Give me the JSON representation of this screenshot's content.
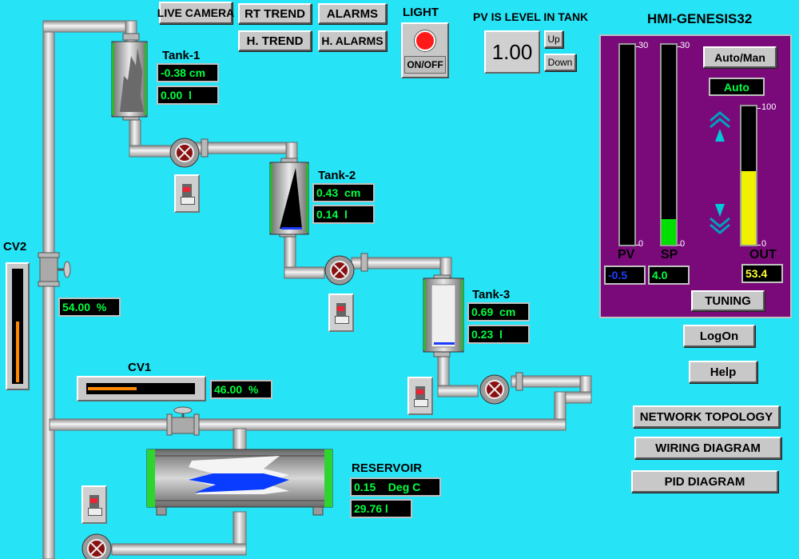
{
  "app_title": "HMI-GENESIS32",
  "nav": {
    "live_camera": "LIVE CAMERA",
    "rt_trend": "RT TREND",
    "alarms": "ALARMS",
    "h_trend": "H. TREND",
    "h_alarms": "H. ALARMS"
  },
  "light": {
    "label": "LIGHT",
    "button": "ON/OFF"
  },
  "pv_select": {
    "label": "PV IS LEVEL IN TANK",
    "value": "1.00",
    "up": "Up",
    "down": "Down"
  },
  "tanks": [
    {
      "name": "Tank-1",
      "level": "-0.38 cm",
      "volume": "0.00  l"
    },
    {
      "name": "Tank-2",
      "level": "0.43  cm",
      "volume": "0.14  l"
    },
    {
      "name": "Tank-3",
      "level": "0.69  cm",
      "volume": "0.23  l"
    }
  ],
  "reservoir": {
    "name": "RESERVOIR",
    "temperature": "0.15    Deg C",
    "volume": "29.76 l"
  },
  "valves": {
    "cv2": {
      "label": "CV2",
      "value": "54.00  %",
      "percent": 54
    },
    "cv1": {
      "label": "CV1",
      "value": "46.00  %",
      "percent": 46
    }
  },
  "controller": {
    "auto_man_button": "Auto/Man",
    "mode": "Auto",
    "pv_label": "PV",
    "sp_label": "SP",
    "out_label": "OUT",
    "pv_value": "-0.5",
    "sp_value": "4.0",
    "out_value": "53.4",
    "pv_max": "30",
    "pv_min": "0",
    "sp_max": "30",
    "sp_min": "0",
    "out_max": "100",
    "out_min": "0",
    "pv_fraction": 0.0,
    "sp_fraction": 0.13,
    "out_fraction": 0.534,
    "tuning_button": "TUNING"
  },
  "actions": {
    "logon": "LogOn",
    "help": "Help",
    "network_topology": "NETWORK TOPOLOGY",
    "wiring_diagram": "WIRING DIAGRAM",
    "pid_diagram": "PID DIAGRAM"
  }
}
